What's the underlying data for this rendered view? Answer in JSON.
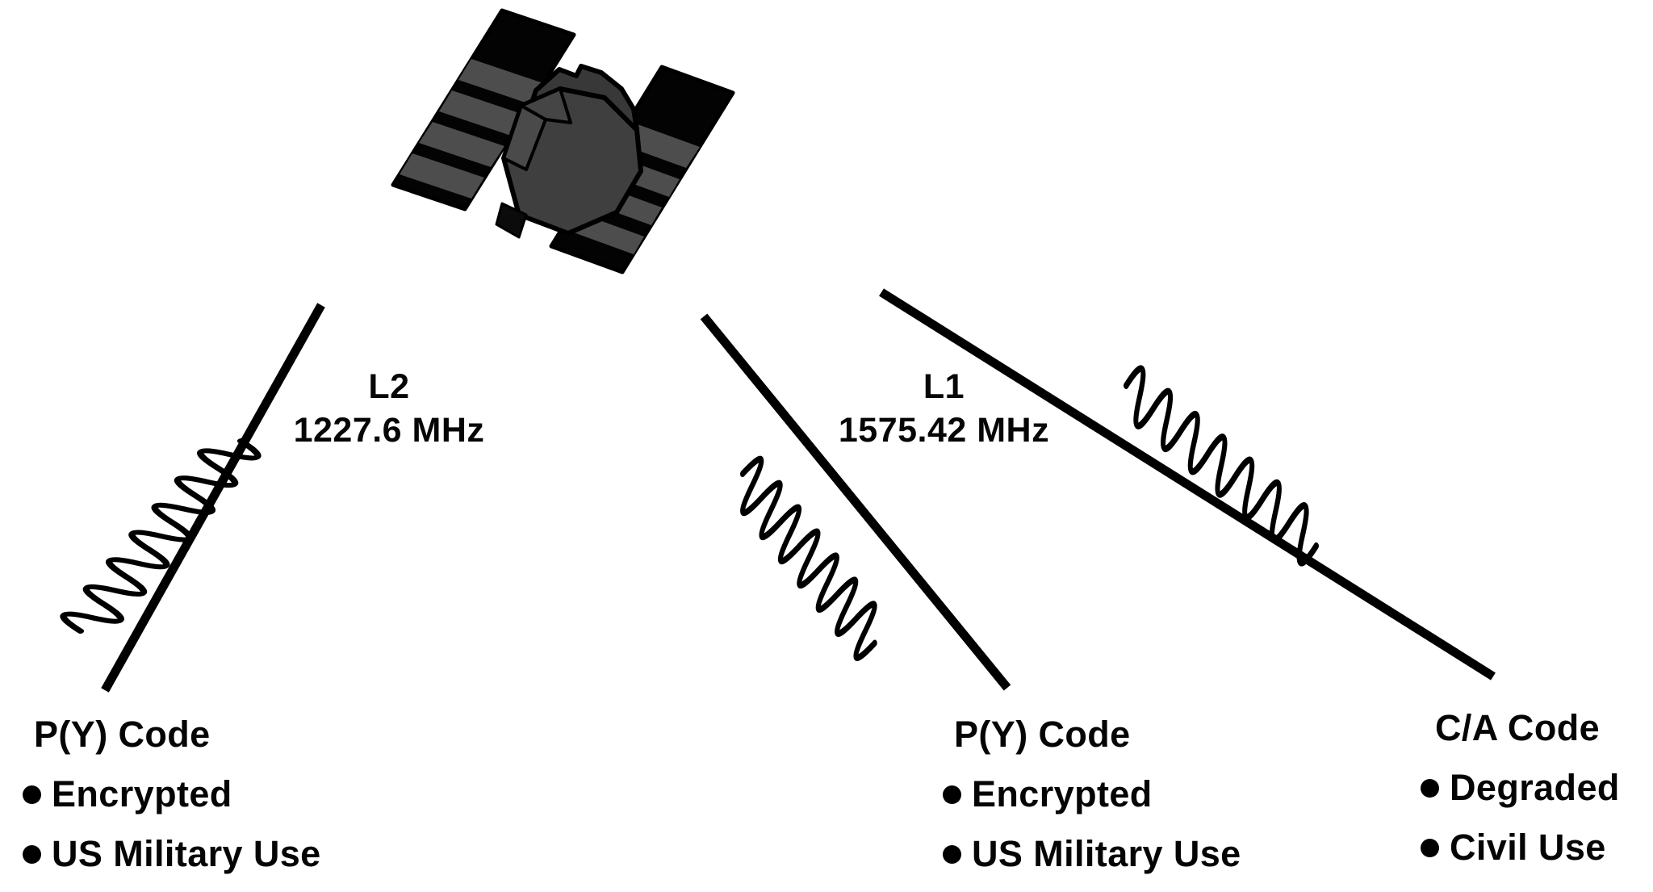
{
  "diagram": {
    "frequency_labels": [
      {
        "band": "L2",
        "frequency": "1227.6 MHz"
      },
      {
        "band": "L1",
        "frequency": "1575.42 MHz"
      }
    ],
    "code_blocks": [
      {
        "title": "P(Y) Code",
        "items": [
          "Encrypted",
          "US Military Use"
        ]
      },
      {
        "title": "P(Y) Code",
        "items": [
          "Encrypted",
          "US Military Use"
        ]
      },
      {
        "title": "C/A Code",
        "items": [
          "Degraded",
          "Civil Use"
        ]
      }
    ],
    "icons": {
      "satellite": "gps-satellite-icon",
      "wave": "signal-wave-icon",
      "beam": "signal-beam-line"
    },
    "colors": {
      "ink": "#000000",
      "background": "#ffffff",
      "satellite_body_gray": "#3f3f3f",
      "satellite_stripe_gray": "#4d4d4d"
    }
  }
}
